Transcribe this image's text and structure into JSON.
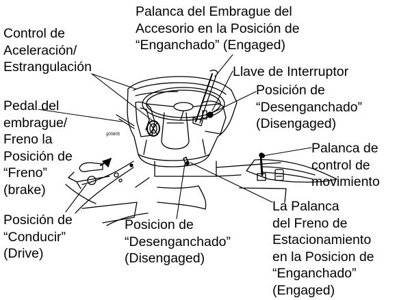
{
  "labels": {
    "attachment_clutch_lever": "Palanca del Embrague del\nAccesorio en la Posición de\n“Enganchado” (Engaged)",
    "throttle_choke": "Control de\nAceleración/\nEstrangulación",
    "ignition_key": "Llave de Interruptor",
    "disengaged_top": "Posición de\n“Desenganchado”\n(Disengaged)",
    "clutch_brake_pedal": "Pedal del\nembrague/\nFreno la\nPosición de\n“Freno”\n(brake)",
    "motion_control_lever": "Palanca de\ncontrol de\nmovimiento",
    "drive_position": "Posición de\n“Conducir”\n(Drive)",
    "disengaged_bottom": "Posicion de\n“Desenganchado”\n(Disengaged)",
    "parking_brake_lever": "La Palanca\ndel Freno de\nEstacionamiento\nen la Posicion de\n“Enganchado”\n(Engaged)"
  },
  "figure_code": "g00805"
}
